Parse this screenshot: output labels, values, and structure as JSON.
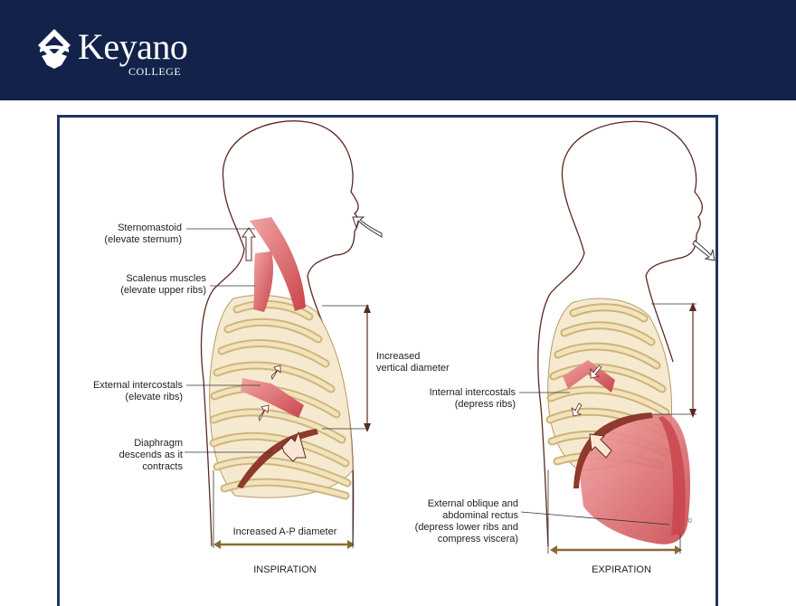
{
  "header": {
    "brand_name": "Keyano",
    "brand_sub": "COLLEGE",
    "bg_color": "#12224a"
  },
  "diagram": {
    "inspiration": {
      "title": "INSPIRATION",
      "labels": {
        "sternomastoid": [
          "Sternomastoid",
          "(elevate sternum)"
        ],
        "scalenus": [
          "Scalenus muscles",
          "(elevate upper ribs)"
        ],
        "ext_intercostals": [
          "External intercostals",
          "(elevate ribs)"
        ],
        "diaphragm": [
          "Diaphragm",
          "descends as it",
          "contracts"
        ],
        "vertical": [
          "Increased",
          "vertical diameter"
        ],
        "ap": "Increased A-P diameter"
      }
    },
    "expiration": {
      "title": "EXPIRATION",
      "labels": {
        "int_intercostals": [
          "Internal intercostals",
          "(depress ribs)"
        ],
        "oblique": [
          "External oblique and",
          "abdominal rectus",
          "(depress lower ribs and",
          "compress viscera)"
        ]
      }
    },
    "colors": {
      "frame": "#1f3565",
      "bone": "#ecd9a8",
      "muscle": "#d9545a",
      "diaphragm": "#8e3a2c"
    }
  }
}
